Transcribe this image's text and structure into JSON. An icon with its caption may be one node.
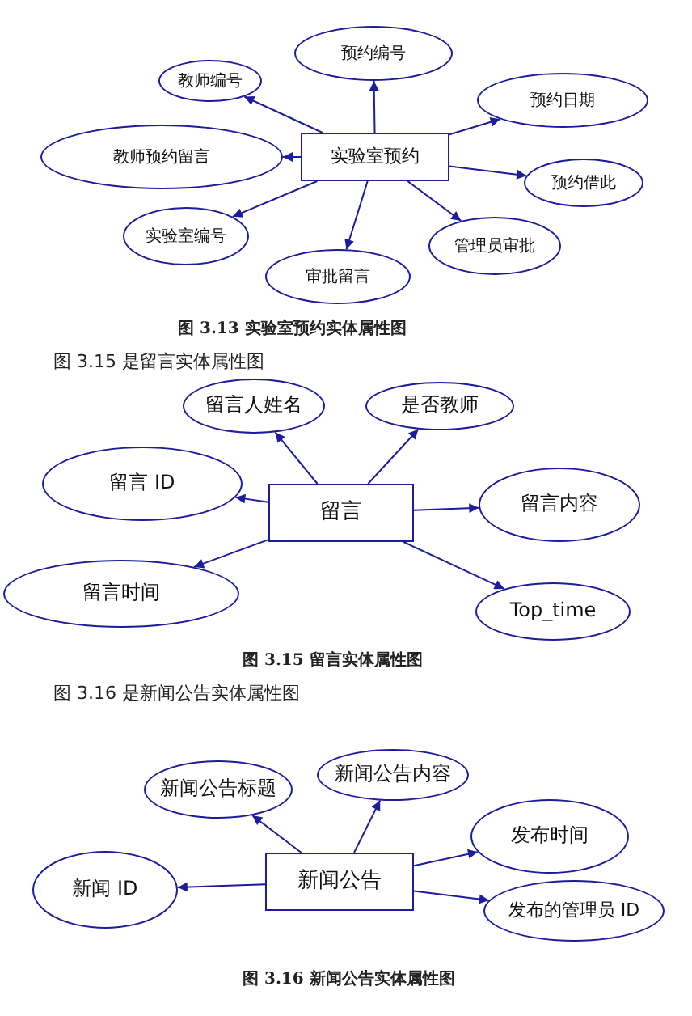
{
  "diagram": {
    "nodes": [
      {
        "text": [
          "预约编号"
        ]
      },
      {
        "text": [
          "教师编号"
        ]
      },
      {
        "text": [
          "预约日期"
        ]
      },
      {
        "text": [
          "实验室预约"
        ]
      },
      {
        "text": [
          "教师预约留言"
        ]
      },
      {
        "text": [
          "预约借此"
        ]
      },
      {
        "text": [
          "实验室编号"
        ]
      },
      {
        "text": [
          "管理员审批"
        ]
      },
      {
        "text": [
          "审批留言"
        ]
      },
      {
        "text": [
          "留言人姓名"
        ]
      },
      {
        "text": [
          "是否教师"
        ]
      },
      {
        "text": [
          "留言 ID"
        ]
      },
      {
        "text": [
          "留言"
        ]
      },
      {
        "text": [
          "留言内容"
        ]
      },
      {
        "text": [
          "留言时间"
        ]
      },
      {
        "text": [
          "Top_time"
        ]
      },
      {
        "text": [
          "新闻公告内容"
        ]
      },
      {
        "text": [
          "新闻公告标题"
        ]
      },
      {
        "text": [
          "发布时间"
        ]
      },
      {
        "text": [
          "新闻公告"
        ]
      },
      {
        "text": [
          "新闻 ID"
        ]
      },
      {
        "text": [
          "发布的管理员 ID"
        ]
      }
    ],
    "edges": [
      {
        "from": 3,
        "to": 0,
        "arrow": "to"
      },
      {
        "from": 3,
        "to": 1,
        "arrow": "to"
      },
      {
        "from": 3,
        "to": 2,
        "arrow": "to"
      },
      {
        "from": 3,
        "to": 4,
        "arrow": "to"
      },
      {
        "from": 3,
        "to": 5,
        "arrow": "to"
      },
      {
        "from": 3,
        "to": 6,
        "arrow": "to"
      },
      {
        "from": 3,
        "to": 7,
        "arrow": "to"
      },
      {
        "from": 3,
        "to": 8,
        "arrow": "to"
      },
      {
        "from": 12,
        "to": 9,
        "arrow": "to"
      },
      {
        "from": 12,
        "to": 10,
        "arrow": "to"
      },
      {
        "from": 12,
        "to": 11,
        "arrow": "to"
      },
      {
        "from": 12,
        "to": 13,
        "arrow": "to"
      },
      {
        "from": 12,
        "to": 14,
        "arrow": "to"
      },
      {
        "from": 12,
        "to": 15,
        "arrow": "to"
      },
      {
        "from": 19,
        "to": 16,
        "arrow": "to"
      },
      {
        "from": 19,
        "to": 17,
        "arrow": "to"
      },
      {
        "from": 19,
        "to": 18,
        "arrow": "to"
      },
      {
        "from": 19,
        "to": 20,
        "arrow": "to"
      },
      {
        "from": 19,
        "to": 21,
        "arrow": "to"
      }
    ],
    "labels": [
      "图 3.13 实验室预约实体属性图",
      "图 3.15 是留言实体属性图",
      "图 3.15 留言实体属性图",
      "图 3.16 是新闻公告实体属性图",
      "图 3.16 新闻公告实体属性图"
    ]
  }
}
